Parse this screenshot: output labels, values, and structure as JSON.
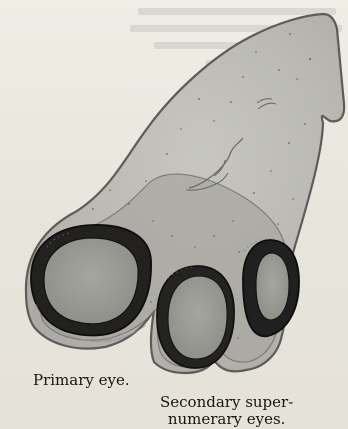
{
  "figure": {
    "captions": {
      "primary": "Primary eye.",
      "secondary_line_1": "Secondary super-",
      "secondary_line_2": "numerary eyes."
    }
  }
}
